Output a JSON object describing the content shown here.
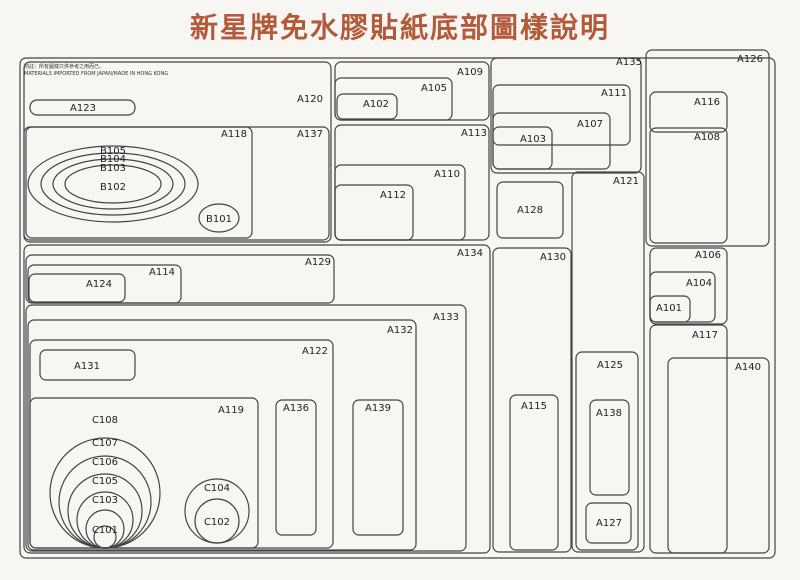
{
  "title": "新星牌免水膠貼紙底部圖樣說明",
  "note_cn": "附註：所有圖樣只供參考之用而已。",
  "note_en": "MATERIALS IMPORTED FROM JAPAN/MADE IN HONG KONG",
  "colors": {
    "title": "#b35a3a",
    "line": "#444444"
  },
  "labels": {
    "A101": "A101",
    "A102": "A102",
    "A103": "A103",
    "A104": "A104",
    "A105": "A105",
    "A106": "A106",
    "A107": "A107",
    "A108": "A108",
    "A109": "A109",
    "A110": "A110",
    "A111": "A111",
    "A112": "A112",
    "A113": "A113",
    "A114": "A114",
    "A115": "A115",
    "A116": "A116",
    "A117": "A117",
    "A118": "A118",
    "A119": "A119",
    "A120": "A120",
    "A121": "A121",
    "A122": "A122",
    "A123": "A123",
    "A124": "A124",
    "A125": "A125",
    "A126": "A126",
    "A127": "A127",
    "A128": "A128",
    "A129": "A129",
    "A130": "A130",
    "A131": "A131",
    "A132": "A132",
    "A133": "A133",
    "A134": "A134",
    "A135": "A135",
    "A136": "A136",
    "A137": "A137",
    "A138": "A138",
    "A139": "A139",
    "A140": "A140",
    "B101": "B101",
    "B102": "B102",
    "B103": "B103",
    "B104": "B104",
    "B105": "B105",
    "C101": "C101",
    "C102": "C102",
    "C103": "C103",
    "C104": "C104",
    "C105": "C105",
    "C106": "C106",
    "C107": "C107",
    "C108": "C108"
  }
}
